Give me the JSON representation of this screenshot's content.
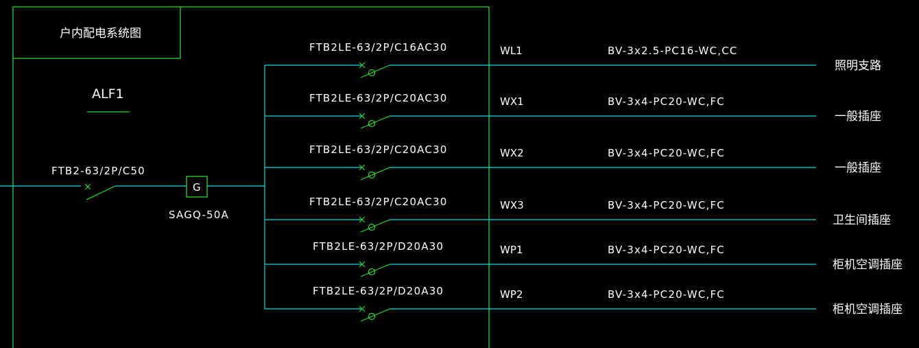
{
  "title": "户内配电系统图",
  "panel_label": "ALF1",
  "main_breaker": "FTB2-63/2P/C50",
  "main_device_symbol": "G",
  "main_device_label": "SAGQ-50A",
  "colors": {
    "background": "#000000",
    "frame": "#22dd22",
    "wire": "#00e0e0",
    "breaker": "#22dd22",
    "text": "#ffffff"
  },
  "circuits": [
    {
      "breaker": "FTB2LE-63/2P/C16AC30",
      "code": "WL1",
      "cable": "BV-3x2.5-PC16-WC,CC",
      "load": "照明支路"
    },
    {
      "breaker": "FTB2LE-63/2P/C20AC30",
      "code": "WX1",
      "cable": "BV-3x4-PC20-WC,FC",
      "load": "一般插座"
    },
    {
      "breaker": "FTB2LE-63/2P/C20AC30",
      "code": "WX2",
      "cable": "BV-3x4-PC20-WC,FC",
      "load": "一般插座"
    },
    {
      "breaker": "FTB2LE-63/2P/C20AC30",
      "code": "WX3",
      "cable": "BV-3x4-PC20-WC,FC",
      "load": "卫生间插座"
    },
    {
      "breaker": "FTB2LE-63/2P/D20A30",
      "code": "WP1",
      "cable": "BV-3x4-PC20-WC,FC",
      "load": "柜机空调插座"
    },
    {
      "breaker": "FTB2LE-63/2P/D20A30",
      "code": "WP2",
      "cable": "BV-3x4-PC20-WC,FC",
      "load": "柜机空调插座"
    }
  ]
}
